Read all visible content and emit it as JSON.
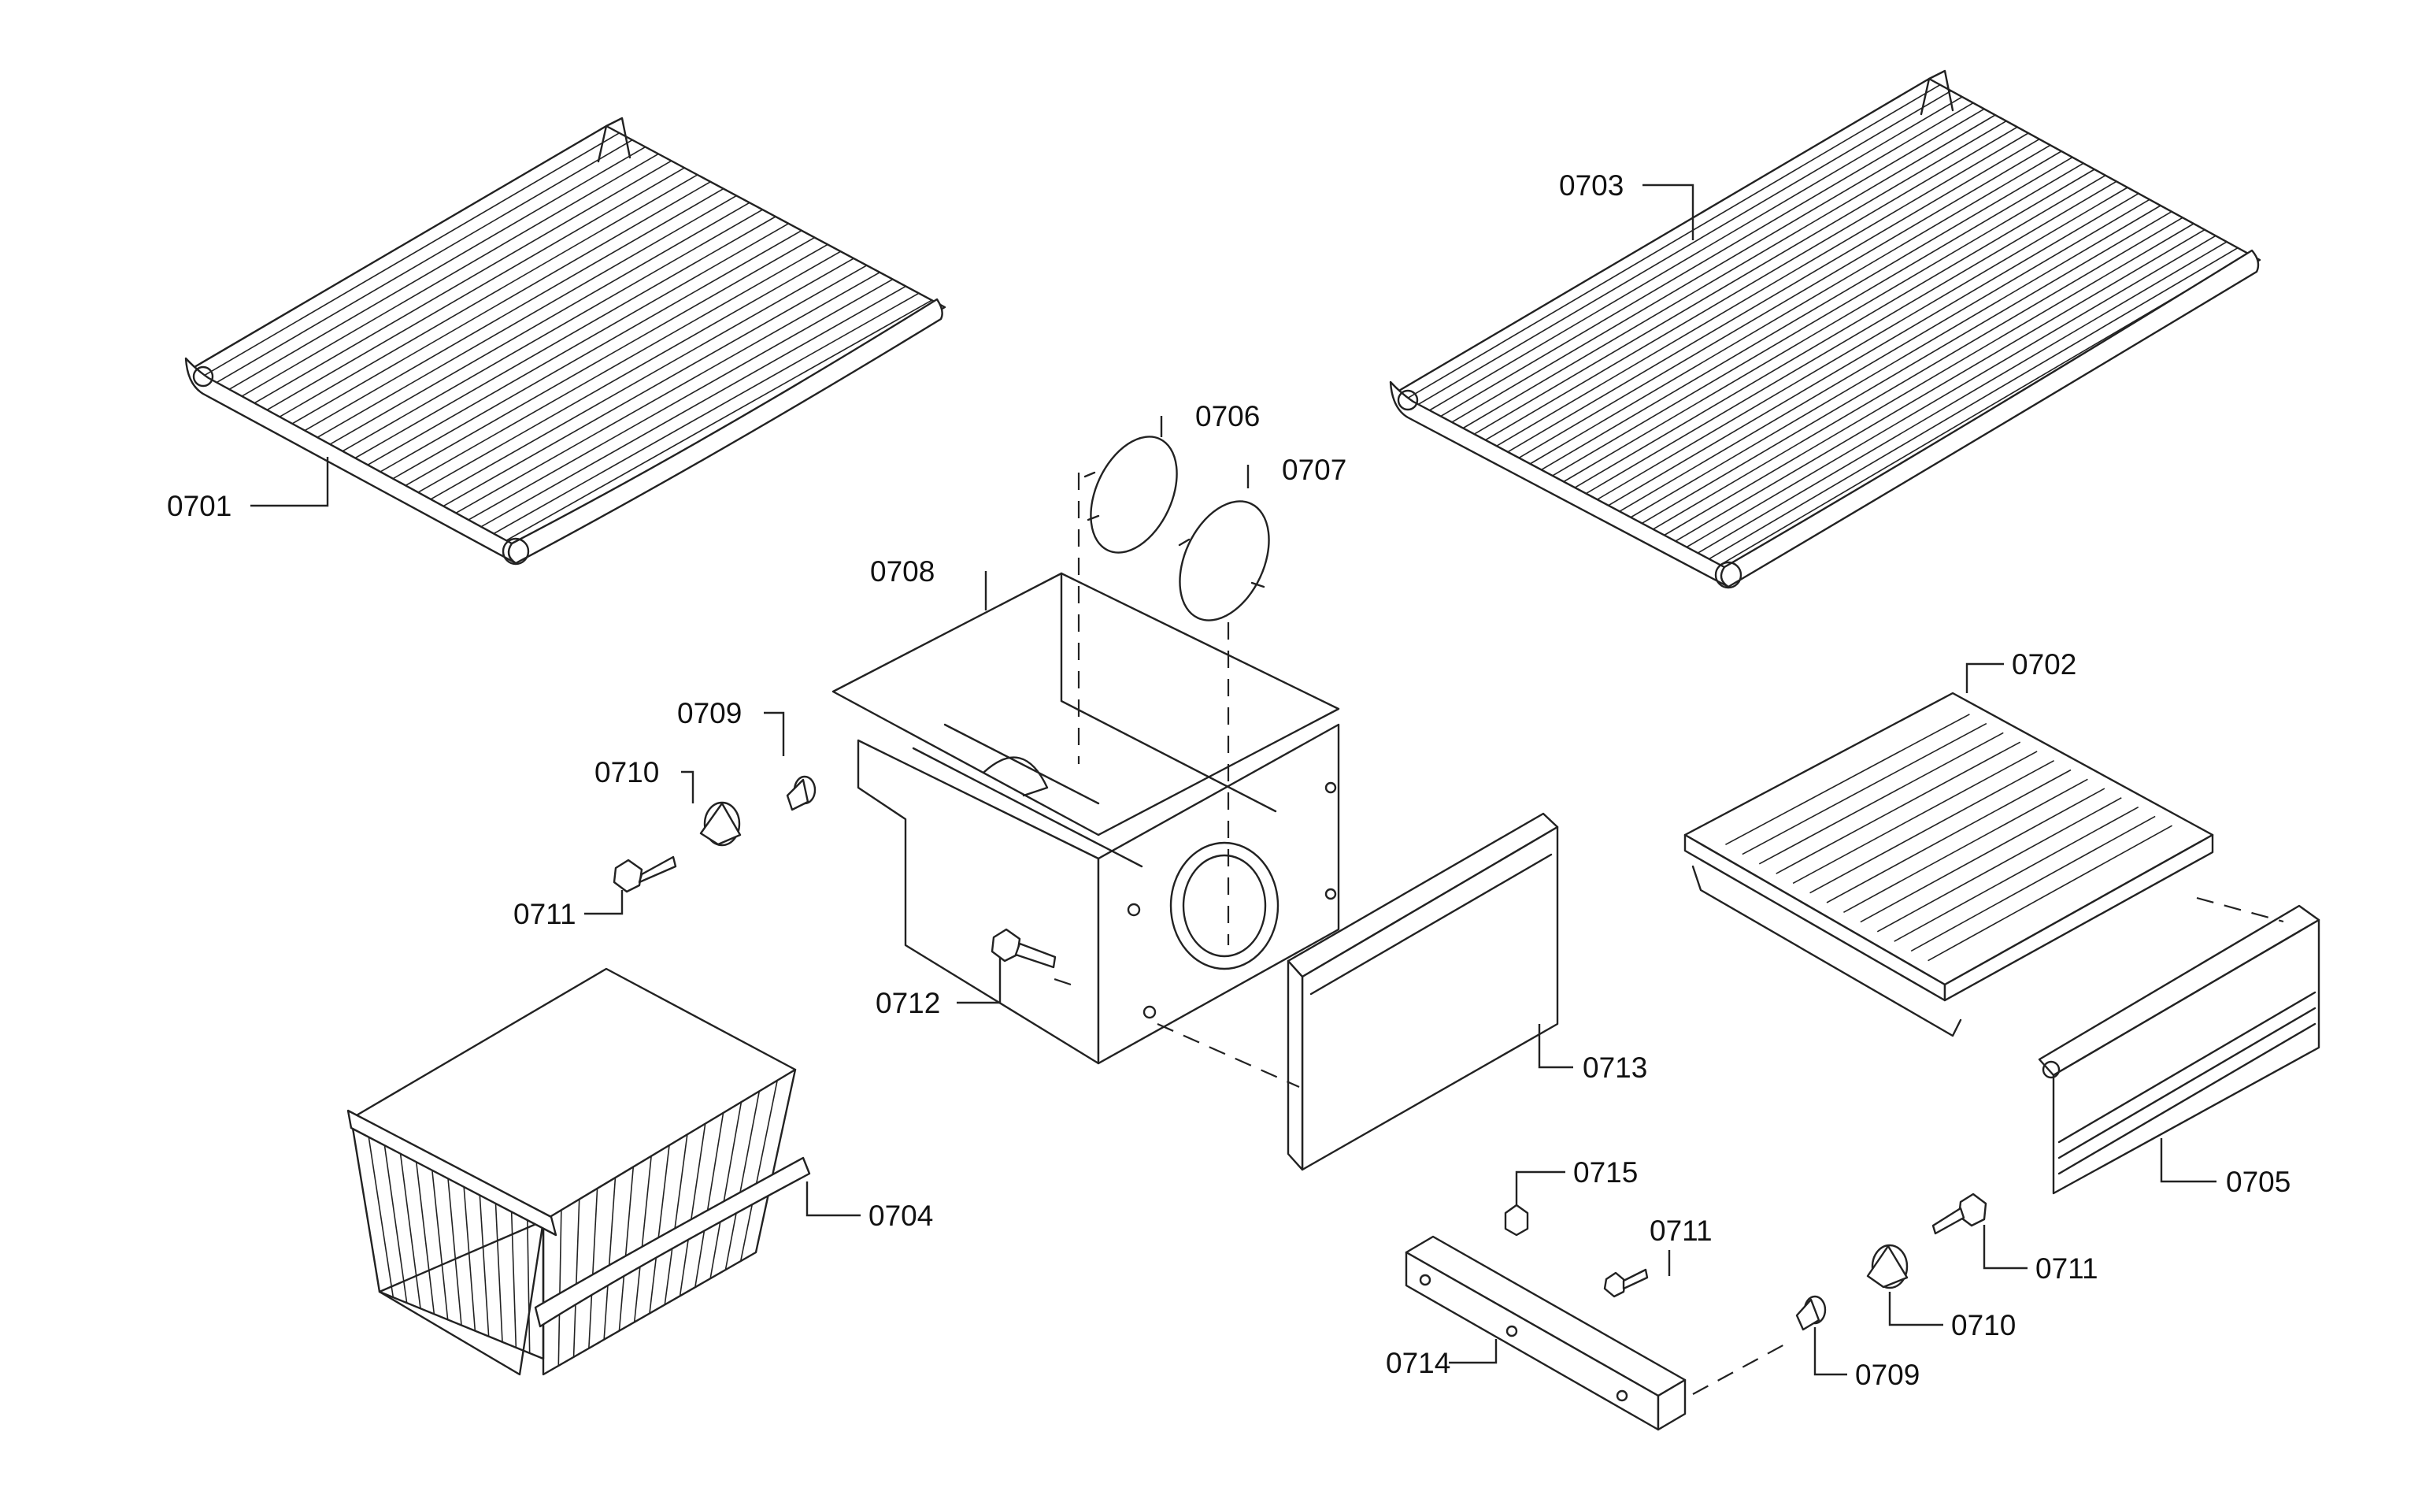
{
  "parts": {
    "p0701": "0701",
    "p0702": "0702",
    "p0703": "0703",
    "p0704": "0704",
    "p0705": "0705",
    "p0706": "0706",
    "p0707": "0707",
    "p0708": "0708",
    "p0709a": "0709",
    "p0709b": "0709",
    "p0710a": "0710",
    "p0710b": "0710",
    "p0711a": "0711",
    "p0711b": "0711",
    "p0711c": "0711",
    "p0712": "0712",
    "p0713": "0713",
    "p0714": "0714",
    "p0715": "0715"
  }
}
